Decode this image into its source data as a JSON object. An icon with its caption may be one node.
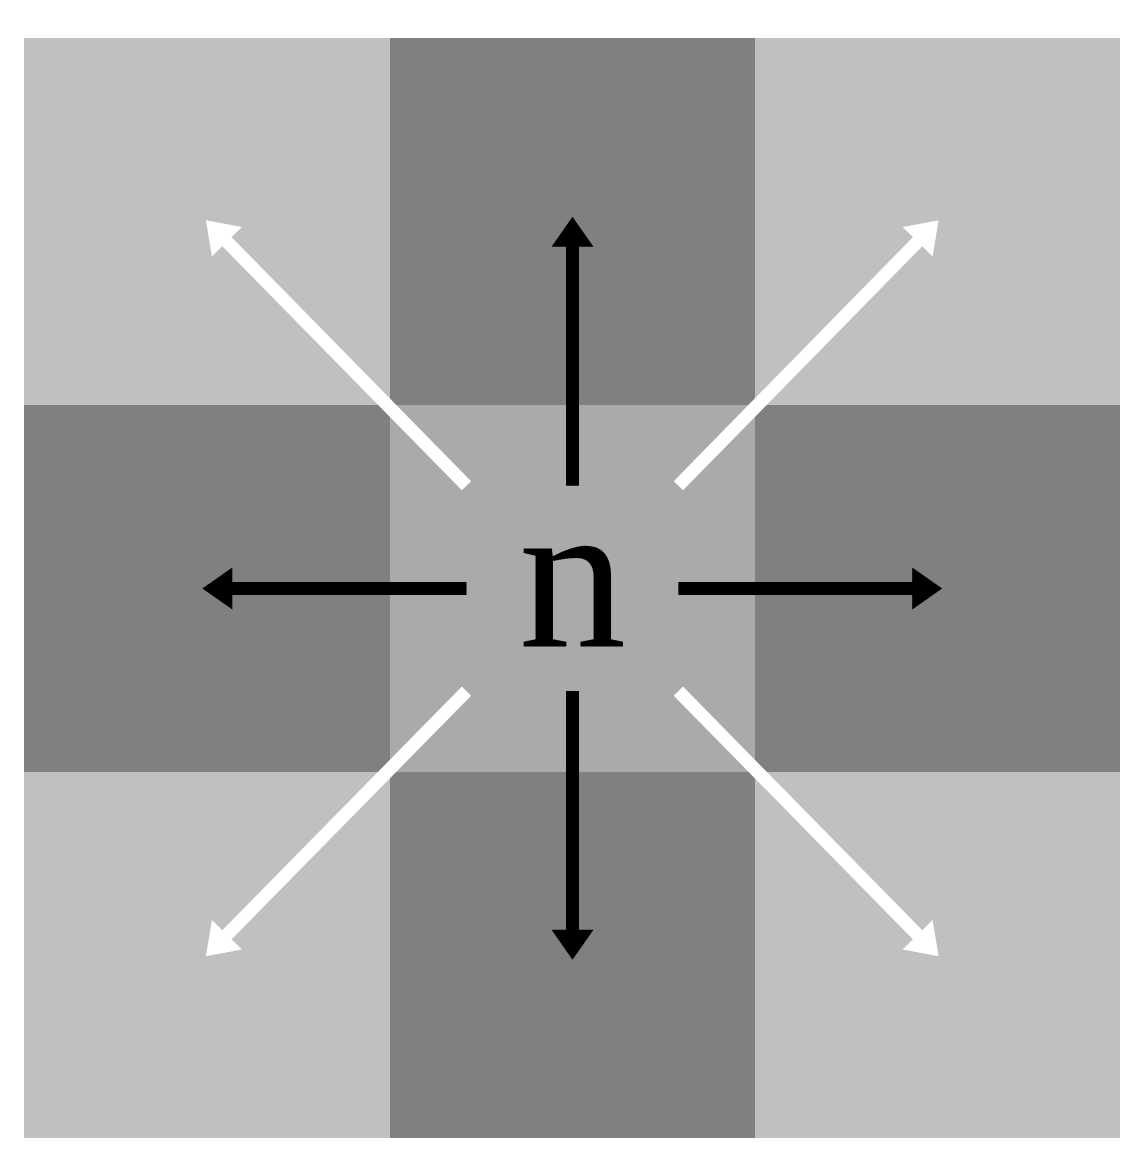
{
  "diagram": {
    "nodes": [
      {
        "text": [],
        "shape": "box"
      },
      {
        "text": [],
        "shape": "box"
      },
      {
        "text": [],
        "shape": "box"
      },
      {
        "text": [],
        "shape": "box"
      },
      {
        "text": [
          "n"
        ]
      },
      {
        "text": [],
        "shape": "box"
      },
      {
        "text": [],
        "shape": "box"
      },
      {
        "text": [],
        "shape": "box"
      },
      {
        "text": [],
        "shape": "box"
      }
    ],
    "edges": [
      {
        "from": 4,
        "to": 0,
        "arrow": "to",
        "color": "#ffffff"
      },
      {
        "from": 4,
        "to": 1,
        "arrow": "to",
        "color": "#000000"
      },
      {
        "from": 4,
        "to": 2,
        "arrow": "to",
        "color": "#ffffff"
      },
      {
        "from": 4,
        "to": 3,
        "arrow": "to",
        "color": "#000000"
      },
      {
        "from": 4,
        "to": 5,
        "arrow": "to",
        "color": "#000000"
      },
      {
        "from": 4,
        "to": 6,
        "arrow": "to",
        "color": "#ffffff"
      },
      {
        "from": 4,
        "to": 7,
        "arrow": "to",
        "color": "#000000"
      },
      {
        "from": 4,
        "to": 8,
        "arrow": "to",
        "color": "#ffffff"
      }
    ]
  }
}
